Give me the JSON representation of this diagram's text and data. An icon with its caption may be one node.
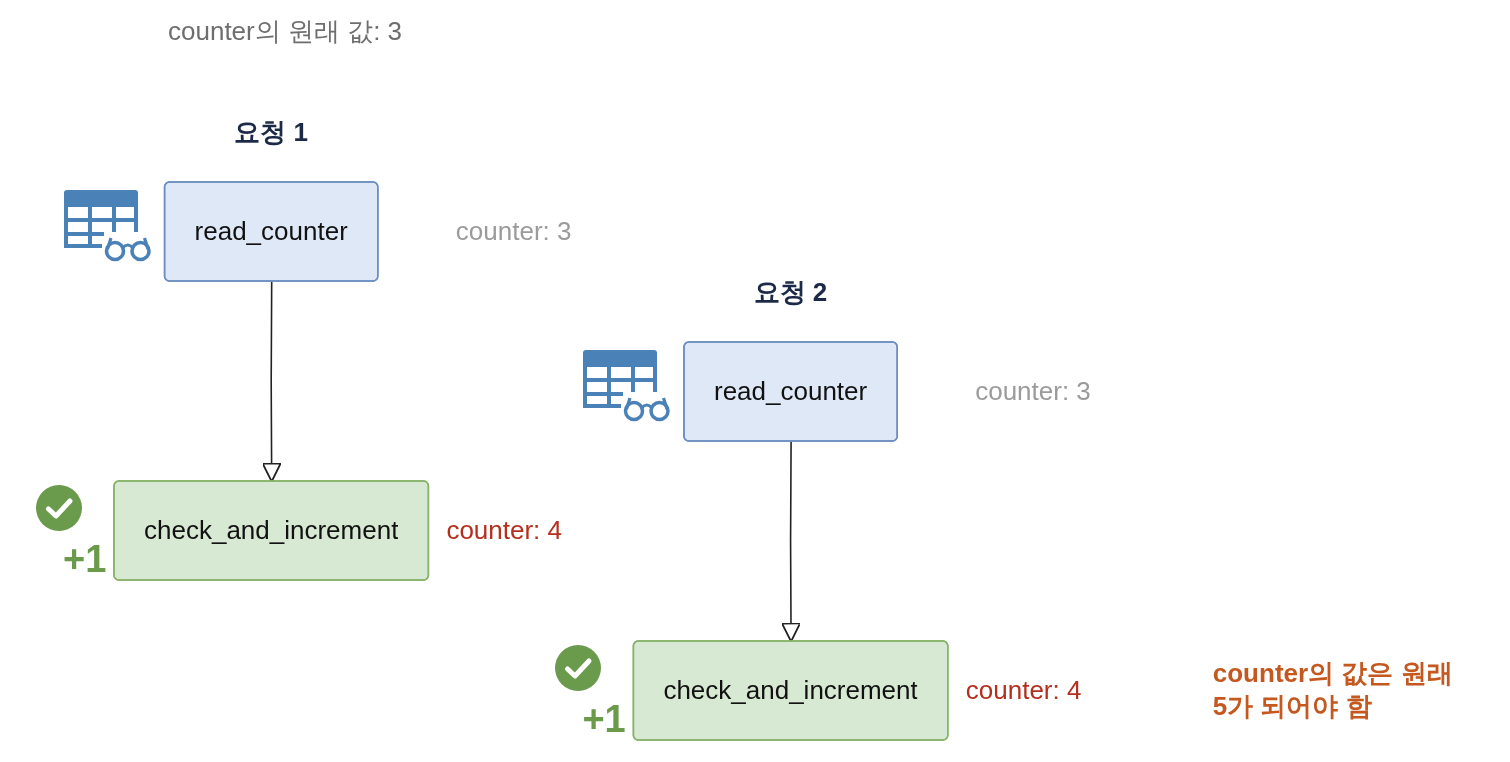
{
  "diagram": {
    "nodes": [
      {
        "text": [
          "read_counter"
        ],
        "beside": [
          "counter: 3"
        ]
      },
      {
        "text": [
          "check_and_increment"
        ],
        "beside": [
          "+1",
          "counter: 4"
        ]
      },
      {
        "text": [
          "read_counter"
        ],
        "beside": [
          "counter: 3"
        ]
      },
      {
        "text": [
          "check_and_increment"
        ],
        "beside": [
          "+1",
          "counter: 4"
        ]
      }
    ],
    "edges": [
      {
        "from": 0,
        "to": 1,
        "arrow": "to"
      },
      {
        "from": 2,
        "to": 3,
        "arrow": "to"
      }
    ],
    "labels": [
      "counter의 원래 값: 3",
      "요청 1",
      "요청 2",
      "counter의 값은 원래 5가 되어야 함"
    ]
  }
}
